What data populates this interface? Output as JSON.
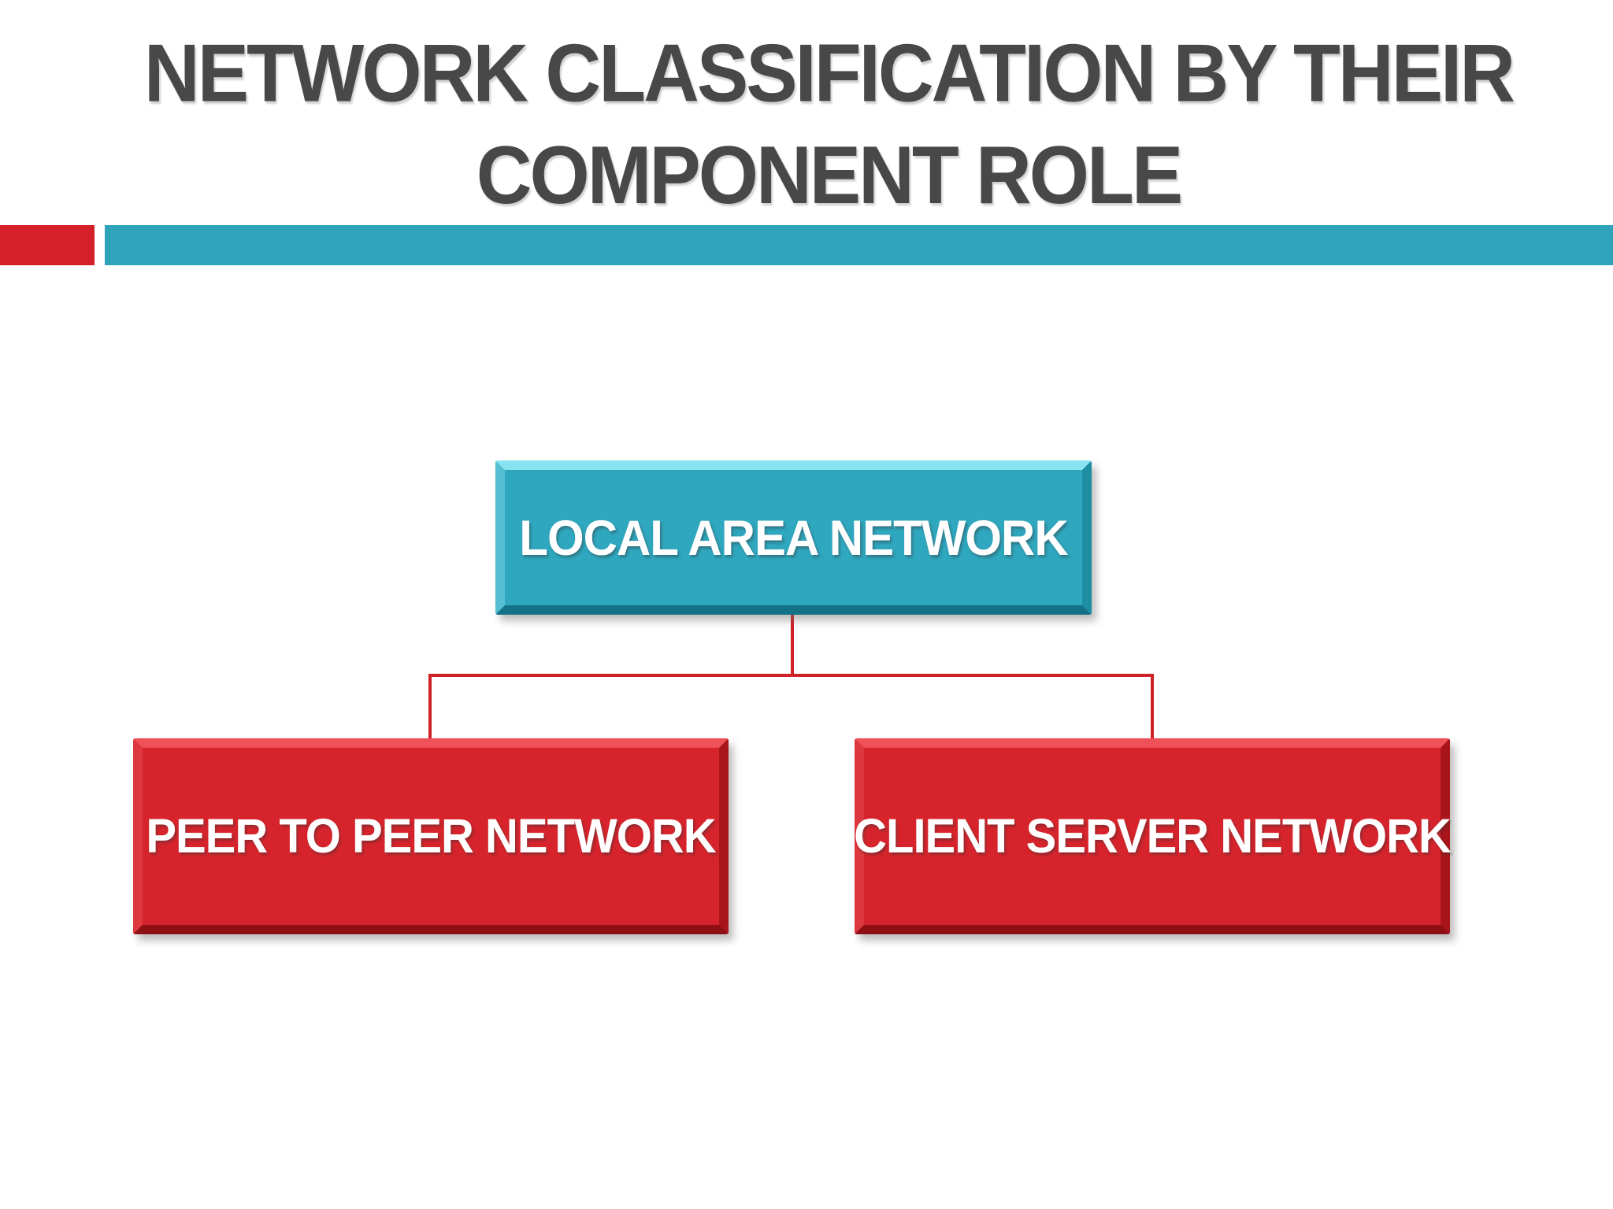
{
  "title": {
    "line1": "NETWORK CLASSIFICATION BY THEIR",
    "line2": "COMPONENT ROLE"
  },
  "diagram": {
    "type": "org-chart",
    "root": {
      "label": "LOCAL AREA NETWORK"
    },
    "children": [
      {
        "label": "PEER TO PEER NETWORK"
      },
      {
        "label": "CLIENT SERVER NETWORK"
      }
    ]
  },
  "colors": {
    "title_text": "#484848",
    "accent_red": "#D5202A",
    "accent_teal": "#2EA3B9",
    "root_box_fill": "#2FA7BE",
    "child_box_fill": "#D7242C",
    "connector": "#CF2127",
    "label_text": "#FFFFFF",
    "background": "#FFFFFF"
  }
}
